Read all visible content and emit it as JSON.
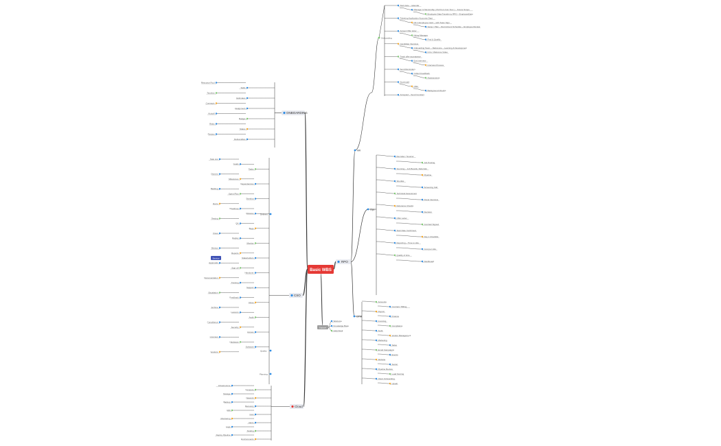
{
  "root": "Basic WBS",
  "colors": {
    "root": "#e53935",
    "edge": "#333333",
    "dot": "#2f8de4",
    "green": "#7bc96f",
    "orange": "#f5a623",
    "red": "#e53935",
    "blue_tag": "#3f51b5"
  },
  "branches": {
    "rpo": "RPO",
    "onboarding": "ONBOARDING",
    "cso": "CSO",
    "cloud": "Cloud",
    "support": "Support"
  },
  "right": {
    "hr": "HR",
    "ops": "Ops",
    "gtm": "GTM",
    "onboarding": "Onboarding",
    "items_top": [
      "Start date ~ calendar",
      "Manager & Mentorship ( Pull from Cal / Doc ) ~ Future Scope",
      "Employee Data Transfer to RPO ~ EmployeeData",
      "Ticketing Application Accounts Dept",
      "Fill in Employee Card ~ with Team Sign",
      "Setup / Plan ~ Recruitment Schedule ~ Employee Review",
      "Accept Offer letter",
      "Hiring Manager",
      "Find & Qualify",
      "Candidate Interview",
      "Onboarding Team ~ Reference ~ Learning & Development",
      "Intro / Welcome Video",
      "Track offer acceptance",
      "Exit Interview",
      "Interview Process",
      "Send Reminders",
      "Collect Feedback",
      "Assessments",
      "Scorecard",
      "Offer",
      "Background Checks",
      "Accepted ~ Send Contract"
    ],
    "items_mid": [
      "Recruiter / Sourcer",
      "Job Posting",
      "Sourcing ~ Job Boards, Referrals",
      "Pipeline",
      "Shortlist",
      "Screening Call",
      "Technical Assessment",
      "Panel Interview",
      "Reference Checks",
      "Decision",
      "Offer Letter",
      "Contract Signed",
      "Start Date Confirmed",
      "Day 1 Checklist",
      "Reporting ~ Time to Hire",
      "Cost per Hire",
      "Quality of Hire",
      "Dashboard"
    ],
    "items_low": [
      "Accounts",
      "Contract / Billing",
      "Payroll",
      "Finance",
      "Invoicing",
      "Compliance",
      "Audit",
      "Vendor Management",
      "Marketing",
      "Sales",
      "Email Campaigns",
      "Events",
      "Website",
      "Social",
      "Pipeline Review",
      "Lead Scoring",
      "Client Onboarding",
      "Upsell"
    ]
  },
  "left": {
    "onboarding_items": [
      "Resource Pool",
      "Skills",
      "Timeline",
      "Estimates",
      "Contracts",
      "Assignment",
      "Kickoff",
      "Budget",
      "Risks",
      "Status",
      "Review",
      "Deliverables"
    ],
    "cso_items": [
      "Task List",
      "Goals",
      "Tasks",
      "Owners",
      "Milestones",
      "Dependencies",
      "Backlog",
      "Sprint Plan",
      "Standup",
      "Retro",
      "Roadmap",
      "Release",
      "Testing",
      "QA",
      "Bugs",
      "Fixes",
      "Deploy",
      "Monitor",
      "Metrics",
      "Reports",
      "Stakeholders",
      "Approvals",
      "Sign-off",
      "Handover",
      "Documentation",
      "Training",
      "Support",
      "Escalation",
      "Feedback",
      "Close",
      "Archive",
      "Lessons",
      "Audit",
      "Compliance",
      "Security",
      "Access",
      "Licenses",
      "Hardware",
      "Software",
      "Vendors"
    ],
    "delivery": "Delivery",
    "quality": "Quality",
    "planning": "Planning",
    "cloud_items": [
      "Infrastructure",
      "Compute",
      "Storage",
      "Network",
      "Backup",
      "Recovery",
      "IAM",
      "Cost",
      "Monitoring",
      "Alerts",
      "Logs",
      "Scaling",
      "Deploy Pipeline",
      "Environments"
    ]
  },
  "tag": "Service"
}
